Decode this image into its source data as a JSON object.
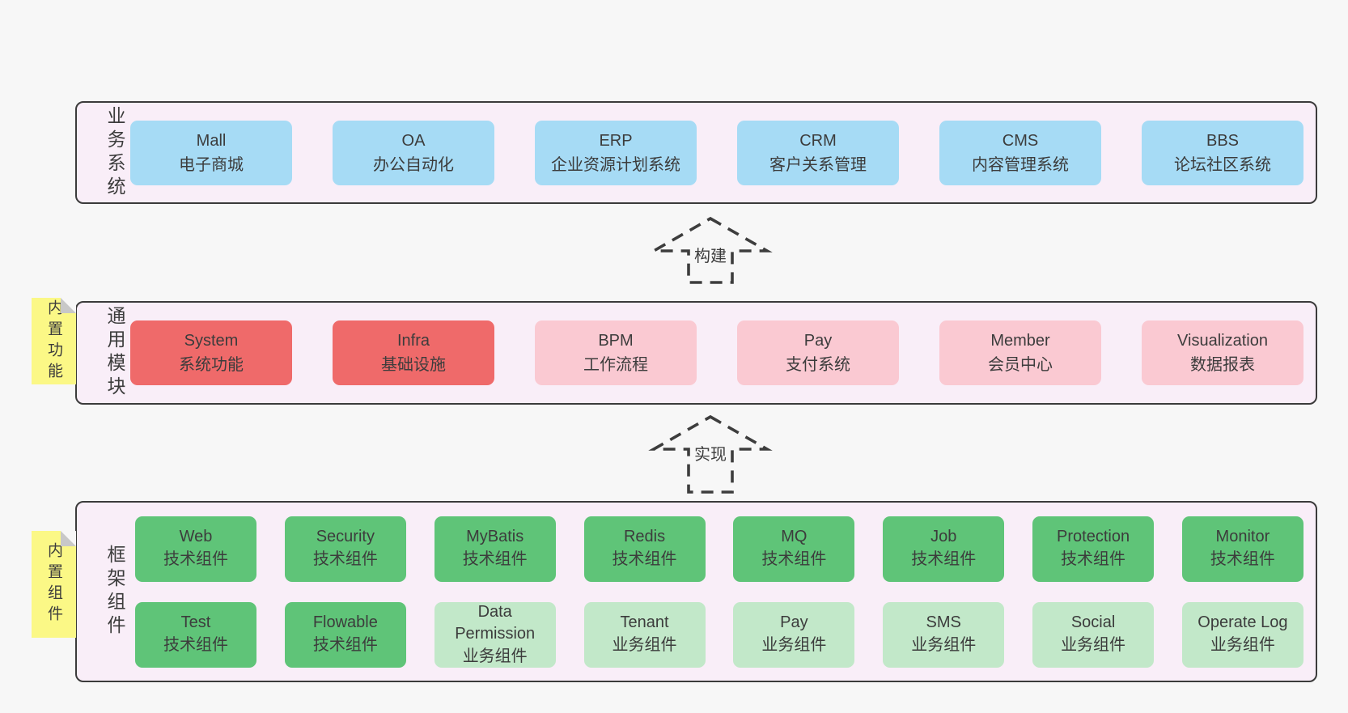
{
  "colors": {
    "page-bg": "#f7f7f7",
    "layer-bg": "#f9eef8",
    "layer-border": "#3b3b3b",
    "box-blue": "#a6dbf5",
    "box-red": "#ef6a6a",
    "box-pink": "#fac9d2",
    "box-green": "#5fc478",
    "box-light-green": "#c2e8c9",
    "note-yellow": "#fbf886",
    "note-fold": "#c8c8c8",
    "arrow": "#3d3d3d",
    "text": "#3c3c3c"
  },
  "layers": [
    {
      "label": "业务系统",
      "boxes": [
        {
          "id": "mall",
          "en": "Mall",
          "zh": "电子商城",
          "type": "blue"
        },
        {
          "id": "oa",
          "en": "OA",
          "zh": "办公自动化",
          "type": "blue"
        },
        {
          "id": "erp",
          "en": "ERP",
          "zh": "企业资源计划系统",
          "type": "blue"
        },
        {
          "id": "crm",
          "en": "CRM",
          "zh": "客户关系管理",
          "type": "blue"
        },
        {
          "id": "cms",
          "en": "CMS",
          "zh": "内容管理系统",
          "type": "blue"
        },
        {
          "id": "bbs",
          "en": "BBS",
          "zh": "论坛社区系统",
          "type": "blue"
        }
      ]
    },
    {
      "label": "通用模块",
      "boxes": [
        {
          "id": "system",
          "en": "System",
          "zh": "系统功能",
          "type": "red"
        },
        {
          "id": "infra",
          "en": "Infra",
          "zh": "基础设施",
          "type": "red"
        },
        {
          "id": "bpm",
          "en": "BPM",
          "zh": "工作流程",
          "type": "pink"
        },
        {
          "id": "pay",
          "en": "Pay",
          "zh": "支付系统",
          "type": "pink"
        },
        {
          "id": "member",
          "en": "Member",
          "zh": "会员中心",
          "type": "pink"
        },
        {
          "id": "visualization",
          "en": "Visualization",
          "zh": "数据报表",
          "type": "pink"
        }
      ]
    },
    {
      "label": "框架组件",
      "rows": [
        [
          {
            "id": "web",
            "en": "Web",
            "zh": "技术组件",
            "type": "green"
          },
          {
            "id": "security",
            "en": "Security",
            "zh": "技术组件",
            "type": "green"
          },
          {
            "id": "mybatis",
            "en": "MyBatis",
            "zh": "技术组件",
            "type": "green"
          },
          {
            "id": "redis",
            "en": "Redis",
            "zh": "技术组件",
            "type": "green"
          },
          {
            "id": "mq",
            "en": "MQ",
            "zh": "技术组件",
            "type": "green"
          },
          {
            "id": "job",
            "en": "Job",
            "zh": "技术组件",
            "type": "green"
          },
          {
            "id": "protection",
            "en": "Protection",
            "zh": "技术组件",
            "type": "green"
          },
          {
            "id": "monitor",
            "en": "Monitor",
            "zh": "技术组件",
            "type": "green"
          }
        ],
        [
          {
            "id": "test",
            "en": "Test",
            "zh": "技术组件",
            "type": "green"
          },
          {
            "id": "flowable",
            "en": "Flowable",
            "zh": "技术组件",
            "type": "green"
          },
          {
            "id": "data-permission",
            "en": "Data Permission",
            "zh": "业务组件",
            "type": "light-green"
          },
          {
            "id": "tenant",
            "en": "Tenant",
            "zh": "业务组件",
            "type": "light-green"
          },
          {
            "id": "pay-biz",
            "en": "Pay",
            "zh": "业务组件",
            "type": "light-green"
          },
          {
            "id": "sms",
            "en": "SMS",
            "zh": "业务组件",
            "type": "light-green"
          },
          {
            "id": "social",
            "en": "Social",
            "zh": "业务组件",
            "type": "light-green"
          },
          {
            "id": "operate-log",
            "en": "Operate Log",
            "zh": "业务组件",
            "type": "light-green"
          }
        ]
      ]
    }
  ],
  "arrows": [
    {
      "label": "构建"
    },
    {
      "label": "实现"
    }
  ],
  "notes": [
    {
      "text": "内置功能"
    },
    {
      "text": "内置组件"
    }
  ]
}
